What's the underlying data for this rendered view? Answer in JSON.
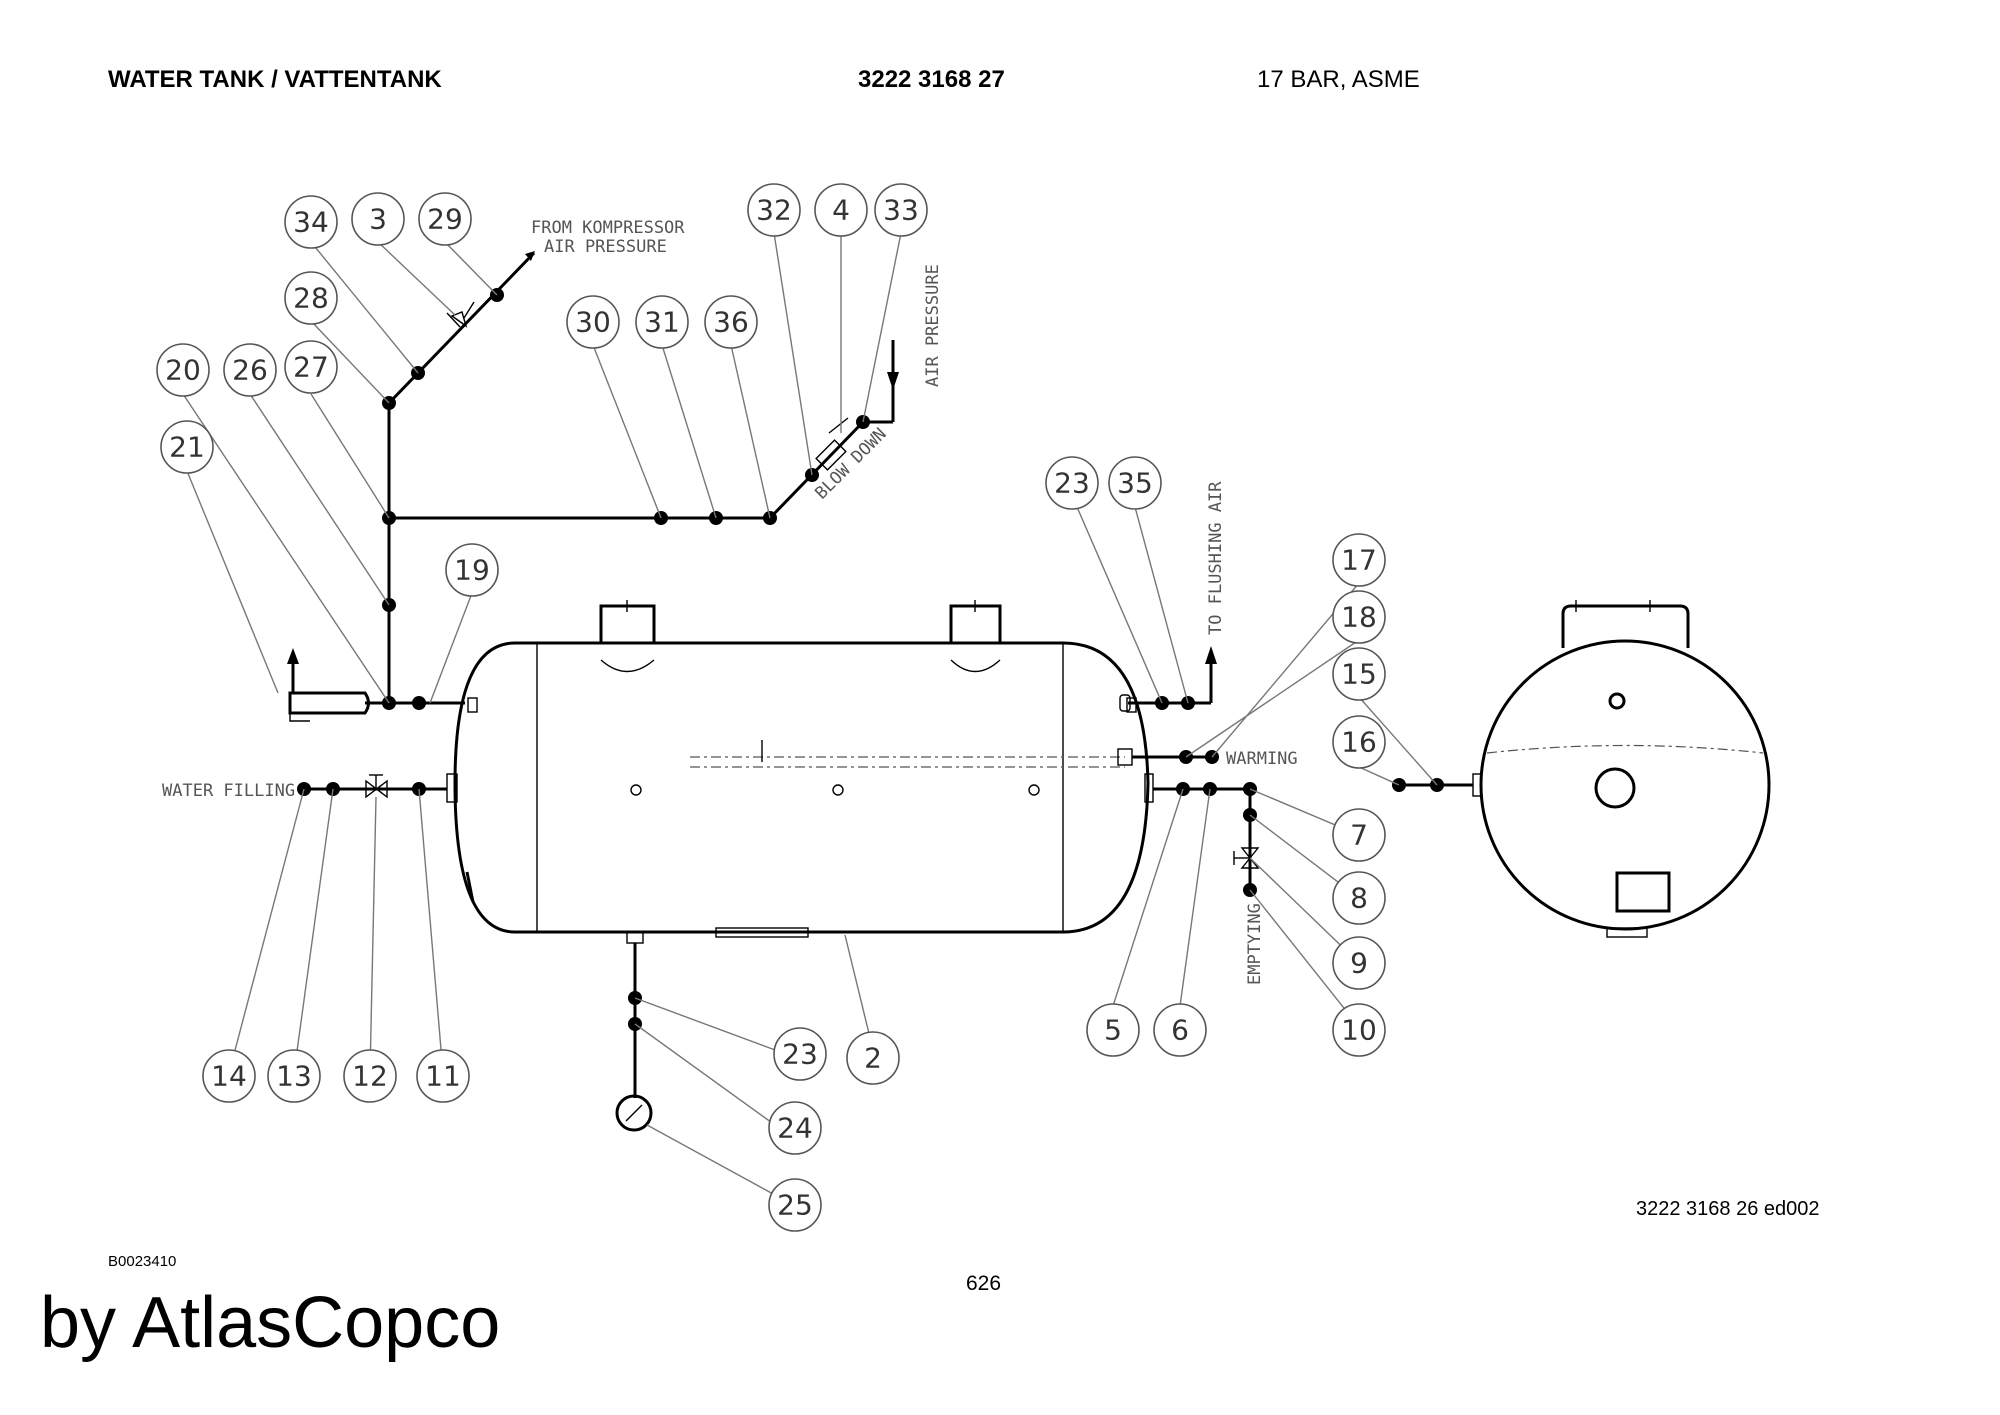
{
  "header": {
    "title": "WATER TANK / VATTENTANK",
    "part_number": "3222 3168 27",
    "spec": "17 BAR, ASME"
  },
  "labels": {
    "from_compressor_1": "FROM KOMPRESSOR",
    "from_compressor_2": "AIR PRESSURE",
    "air_pressure": "AIR PRESSURE",
    "blow_down": "BLOW DOWN",
    "to_flushing_air": "TO FLUSHING AIR",
    "warming": "WARMING",
    "water_filling": "WATER FILLING",
    "emptying": "EMPTYING"
  },
  "callouts": {
    "c34": "34",
    "c3": "3",
    "c29": "29",
    "c28": "28",
    "c20": "20",
    "c26": "26",
    "c27": "27",
    "c21": "21",
    "c30": "30",
    "c31": "31",
    "c36": "36",
    "c32": "32",
    "c4": "4",
    "c33": "33",
    "c19": "19",
    "c23a": "23",
    "c35": "35",
    "c17": "17",
    "c18": "18",
    "c15": "15",
    "c16": "16",
    "c7": "7",
    "c8": "8",
    "c9": "9",
    "c10": "10",
    "c5": "5",
    "c6": "6",
    "c14": "14",
    "c13": "13",
    "c12": "12",
    "c11": "11",
    "c23b": "23",
    "c2": "2",
    "c24": "24",
    "c25": "25"
  },
  "footer": {
    "doc_ref": "3222 3168 26 ed002",
    "drawing_no": "B0023410",
    "page": "626",
    "brand": "by AtlasCopco"
  }
}
